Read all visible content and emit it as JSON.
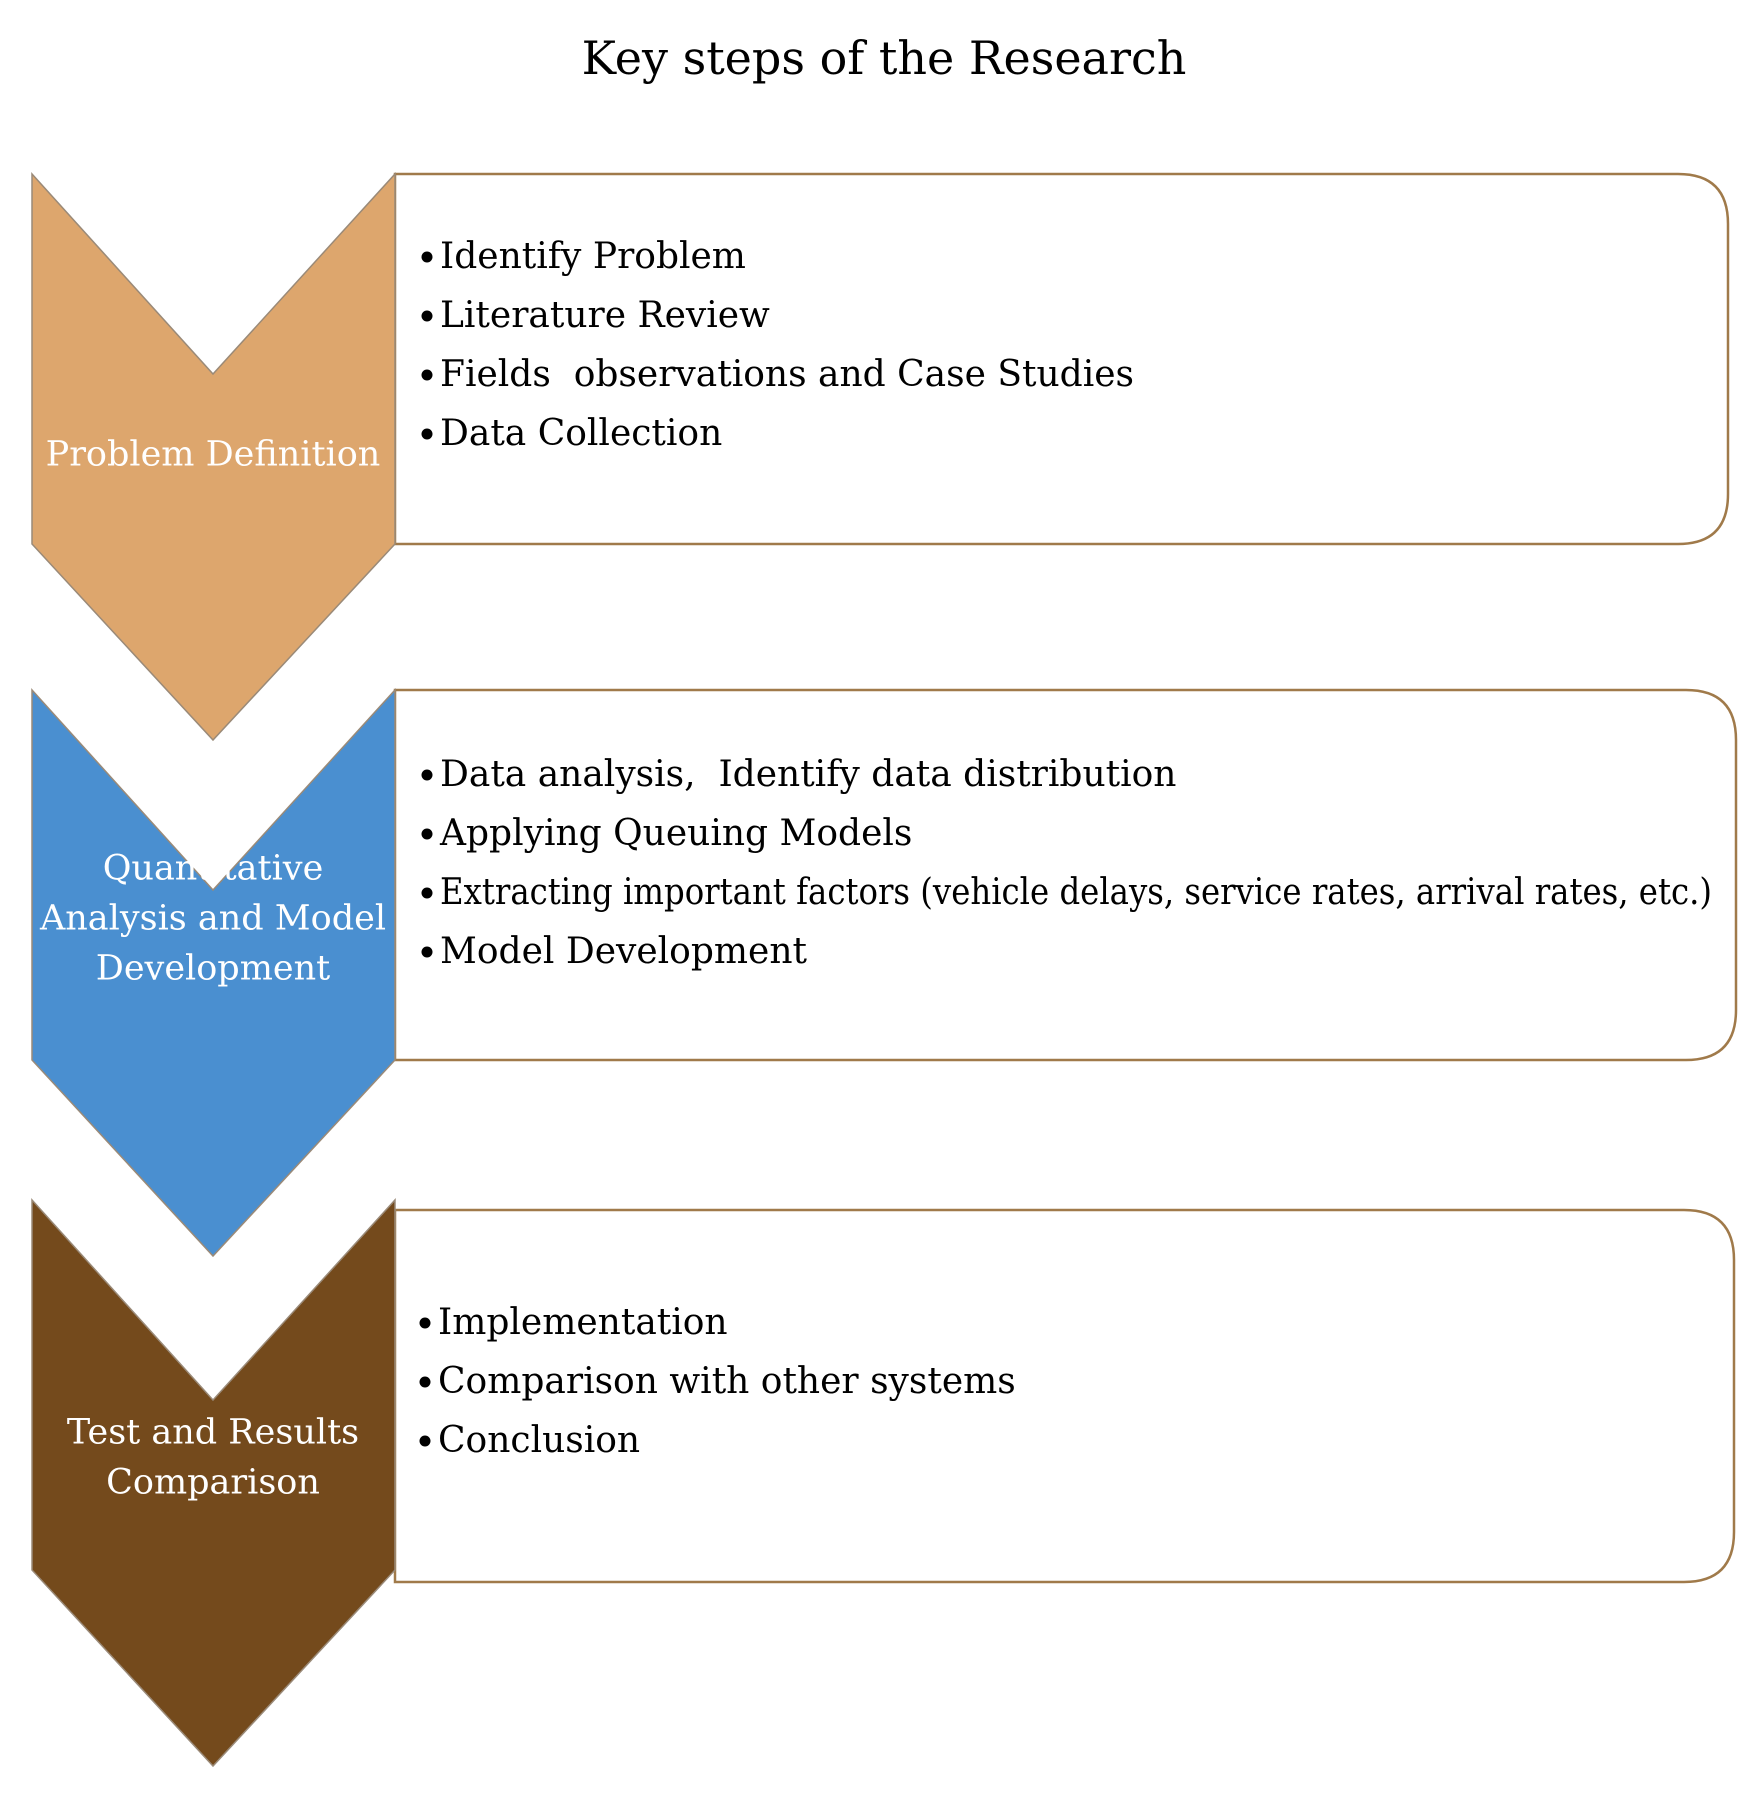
{
  "title": "Key steps of the Research",
  "colors": {
    "stage_1": "#DDA66D",
    "stage_2": "#4A8FD0",
    "stage_3": "#744A1C",
    "box_border": "#A07A4A",
    "label_text": "#FFFFFF"
  },
  "stages": [
    {
      "label_lines": [
        "Problem Definition"
      ],
      "items": [
        "Identify Problem",
        "Literature Review",
        "Fields  observations and Case Studies",
        "Data Collection"
      ]
    },
    {
      "label_lines": [
        "Quantitative",
        "Analysis and Model",
        "Development"
      ],
      "items": [
        "Data analysis,  Identify data distribution",
        "Applying Queuing Models",
        "Extracting important factors (vehicle delays, service rates, arrival rates, etc.)",
        "Model Development"
      ]
    },
    {
      "label_lines": [
        "Test and Results",
        "Comparison"
      ],
      "items": [
        "Implementation",
        "Comparison with other systems",
        "Conclusion"
      ]
    }
  ]
}
